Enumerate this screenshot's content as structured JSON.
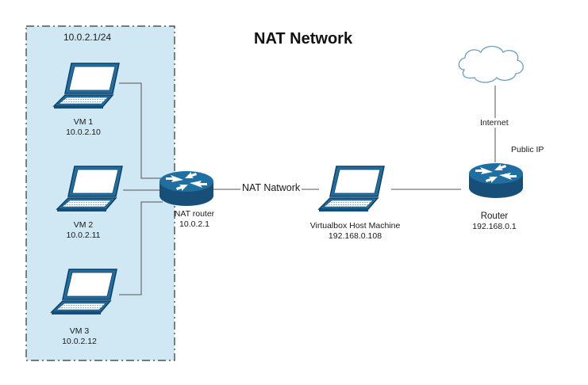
{
  "title": "NAT Network",
  "subnet_label": "10.0.2.1/24",
  "vms": [
    {
      "name": "VM 1",
      "ip": "10.0.2.10"
    },
    {
      "name": "VM 2",
      "ip": "10.0.2.11"
    },
    {
      "name": "VM 3",
      "ip": "10.0.2.12"
    }
  ],
  "nat_router": {
    "name": "NAT router",
    "ip": "10.0.2.1"
  },
  "nat_link_label": "NAT Natwork",
  "host": {
    "name": "Virtualbox Host Machine",
    "ip": "192.168.0.108"
  },
  "router": {
    "name": "Router",
    "ip": "192.168.0.1"
  },
  "internet_label": "Internet",
  "public_ip_label": "Public IP",
  "colors": {
    "zone_fill": "#cfe8f3",
    "zone_border": "#333333",
    "device_blue": "#1f6fa3",
    "device_dark": "#174f78",
    "line": "#555555",
    "cloud_stroke": "#6a9fc4"
  }
}
